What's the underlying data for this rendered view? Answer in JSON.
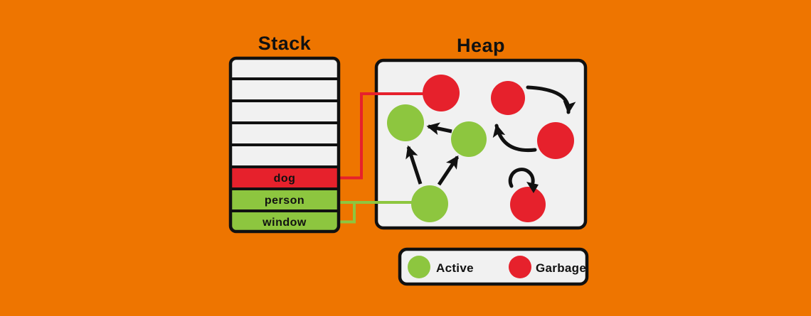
{
  "colors": {
    "background": "#EE7500",
    "active": "#8DC63F",
    "garbage": "#E6212C",
    "panel": "#F1F1F1",
    "outline": "#111111"
  },
  "stack": {
    "title": "Stack",
    "empty_slot_count": 5,
    "frames": [
      {
        "label": "dog",
        "status": "garbage"
      },
      {
        "label": "person",
        "status": "active"
      },
      {
        "label": "window",
        "status": "active"
      }
    ]
  },
  "heap": {
    "title": "Heap",
    "active_node_count": 3,
    "garbage_node_count": 4
  },
  "legend": {
    "items": [
      {
        "label": "Active",
        "color": "#8DC63F"
      },
      {
        "label": "Garbage",
        "color": "#E6212C"
      }
    ]
  }
}
